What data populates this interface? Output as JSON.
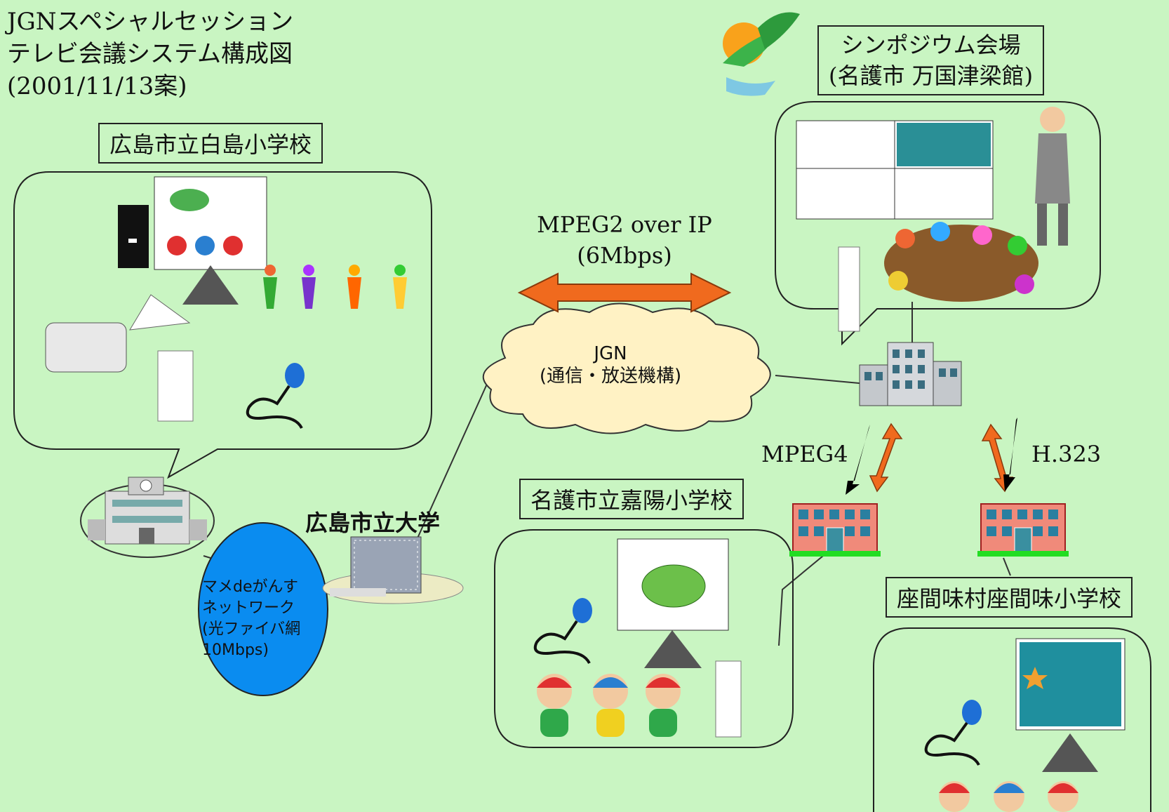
{
  "title": {
    "line1": "JGNスペシャルセッション",
    "line2": "テレビ会議システム構成図",
    "line3": "(2001/11/13案)"
  },
  "sites": {
    "hiroshima_school": "広島市立白島小学校",
    "symposium_line1": "シンポジウム会場",
    "symposium_line2": "(名護市 万国津梁館)",
    "nago_school": "名護市立嘉陽小学校",
    "zamami_school": "座間味村座間味小学校",
    "hiroshima_univ": "広島市立大学"
  },
  "links": {
    "mpeg2_line1": "MPEG2  over IP",
    "mpeg2_line2": "(6Mbps)",
    "mpeg4": "MPEG4",
    "h323": "H.323"
  },
  "cloud": {
    "line1": "JGN",
    "line2": "(通信・放送機構)"
  },
  "local_net": {
    "line1": "マメdeがんす",
    "line2": "ネットワーク",
    "line3": "(光ファイバ網",
    "line4": "10Mbps)"
  },
  "colors": {
    "background": "#c9f5c2",
    "arrow": "#f06a1e",
    "cloud": "#fff2c4",
    "local_net": "#0a8cf0"
  }
}
